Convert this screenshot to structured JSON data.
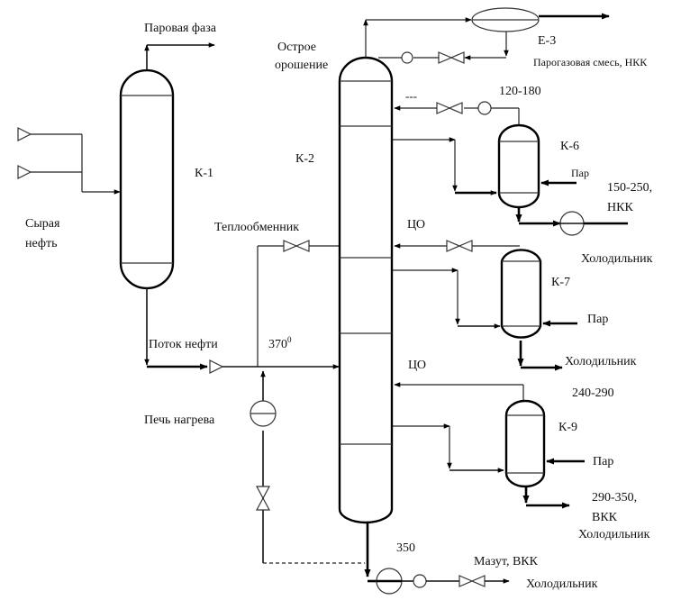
{
  "diagram": {
    "type": "process-flow-diagram",
    "subject": "Crude oil atmospheric distillation unit",
    "equipment": {
      "k1": {
        "label": "К-1"
      },
      "k2": {
        "label": "К-2"
      },
      "k6": {
        "label": "К-6"
      },
      "k7": {
        "label": "К-7"
      },
      "k9": {
        "label": "К-9"
      },
      "e3": {
        "label": "Е-3"
      }
    },
    "labels": {
      "vapor_phase": "Паровая фаза",
      "sharp_reflux_line1": "Острое",
      "sharp_reflux_line2": "орошение",
      "crude_oil_line1": "Сырая",
      "crude_oil_line2": "нефть",
      "heat_exchanger": "Теплообменник",
      "oil_stream": "Поток нефти",
      "temp_370": "370",
      "temp_370_sup": "0",
      "heating_furnace": "Печь нагрева",
      "gas_vapor_mix": "Парогазовая смесь, НКК",
      "cut_120_180": "120-180",
      "reflux_dash": "---",
      "steam_k6": "Пар",
      "cut_150_250_line1": "150-250,",
      "cut_150_250_line2": "НКК",
      "circ_reflux_1": "ЦО",
      "cooler_1": "Холодильник",
      "steam_k7": "Пар",
      "cooler_2": "Холодильник",
      "circ_reflux_2": "ЦО",
      "cut_240_290": "240-290",
      "steam_k9": "Пар",
      "cut_290_350_line1": "290-350,",
      "cut_290_350_line2": "ВКК",
      "cooler_3": "Холодильник",
      "temp_350": "350",
      "fuel_oil": "Мазут, ВКК",
      "cooler_4": "Холодильник"
    }
  }
}
